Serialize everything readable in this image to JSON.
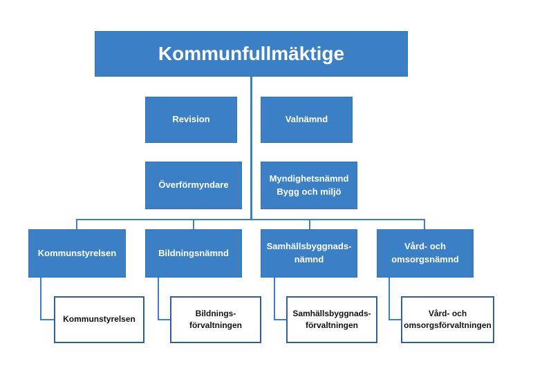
{
  "top": {
    "label": "Kommunfullmäktige"
  },
  "side_boxes": [
    {
      "label": "Revision"
    },
    {
      "label": "Valnämnd"
    },
    {
      "label": "Överförmyndare"
    },
    {
      "label": "Myndighetsnämnd",
      "label2": "Bygg och miljö"
    }
  ],
  "committees": [
    {
      "label": "Kommunstyrelsen"
    },
    {
      "label": "Bildningsnämnd"
    },
    {
      "label": "Samhällsbyggnads-",
      "label2": "nämnd"
    },
    {
      "label": "Vård- och",
      "label2": "omsorgsnämnd"
    }
  ],
  "administrations": [
    {
      "label": "Kommunstyrelsen"
    },
    {
      "label": "Bildnings-",
      "label2": "förvaltningen"
    },
    {
      "label": "Samhällsbyggnads-",
      "label2": "förvaltningen"
    },
    {
      "label": "Vård- och",
      "label2": "omsorgsförvaltningen"
    }
  ],
  "colors": {
    "box_fill": "#3b7fc4",
    "box_border": "#2d5f94",
    "text_light": "#ffffff",
    "text_dark": "#111111"
  }
}
